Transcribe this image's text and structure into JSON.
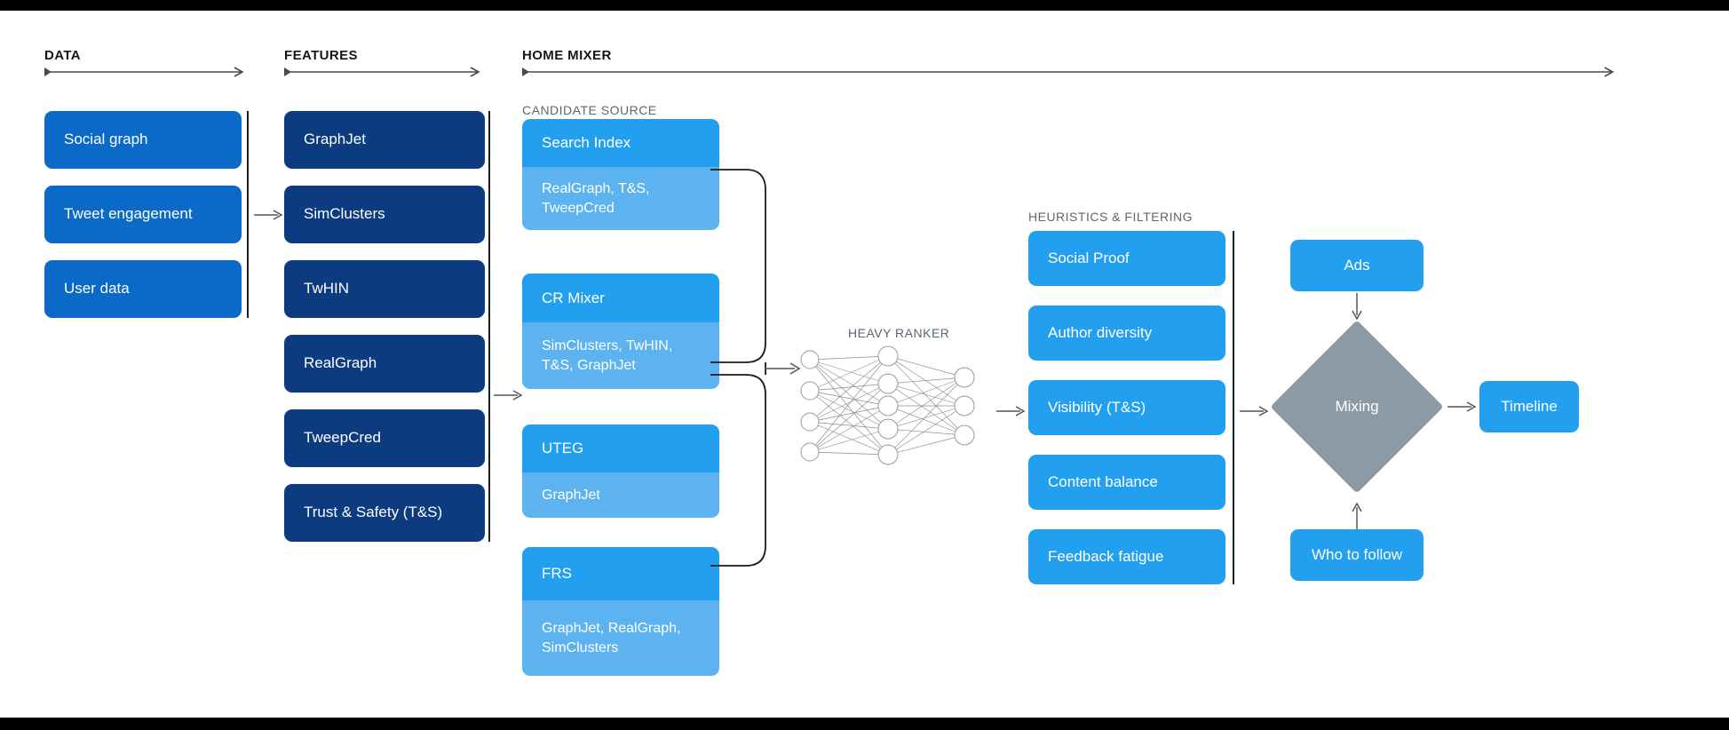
{
  "sections": {
    "data": {
      "title": "DATA"
    },
    "features": {
      "title": "FEATURES"
    },
    "home_mixer": {
      "title": "HOME MIXER"
    },
    "candidate_source": {
      "title": "CANDIDATE SOURCE"
    },
    "heavy_ranker": {
      "title": "HEAVY RANKER"
    },
    "heuristics": {
      "title": "HEURISTICS & FILTERING"
    }
  },
  "data_items": [
    {
      "label": "Social graph"
    },
    {
      "label": "Tweet engagement"
    },
    {
      "label": "User data"
    }
  ],
  "feature_items": [
    {
      "label": "GraphJet"
    },
    {
      "label": "SimClusters"
    },
    {
      "label": "TwHIN"
    },
    {
      "label": "RealGraph"
    },
    {
      "label": "TweepCred"
    },
    {
      "label": "Trust & Safety (T&S)"
    }
  ],
  "candidate_sources": [
    {
      "title": "Search Index",
      "features": "RealGraph, T&S, TweepCred"
    },
    {
      "title": "CR Mixer",
      "features": "SimClusters, TwHIN, T&S, GraphJet"
    },
    {
      "title": "UTEG",
      "features": "GraphJet"
    },
    {
      "title": "FRS",
      "features": "GraphJet, RealGraph, SimClusters"
    }
  ],
  "heuristics_items": [
    {
      "label": "Social Proof"
    },
    {
      "label": "Author diversity"
    },
    {
      "label": "Visibility (T&S)"
    },
    {
      "label": "Content balance"
    },
    {
      "label": "Feedback fatigue"
    }
  ],
  "outputs": {
    "ads": "Ads",
    "mixing": "Mixing",
    "who_to_follow": "Who to follow",
    "timeline": "Timeline"
  },
  "colors": {
    "data_blue": "#0b69c7",
    "feature_navy": "#0c3b7f",
    "bright_blue": "#22a0ef",
    "light_blue": "#5cb3f0",
    "mixing_gray": "#8d9aa5",
    "rule_gray": "#5b6770",
    "text_dark": "#14171a"
  },
  "chart_data": {
    "type": "diagram",
    "title": "Twitter Home Mixer recommendation pipeline",
    "neural_net": {
      "layers": [
        4,
        5,
        3
      ],
      "label": "HEAVY RANKER"
    }
  }
}
